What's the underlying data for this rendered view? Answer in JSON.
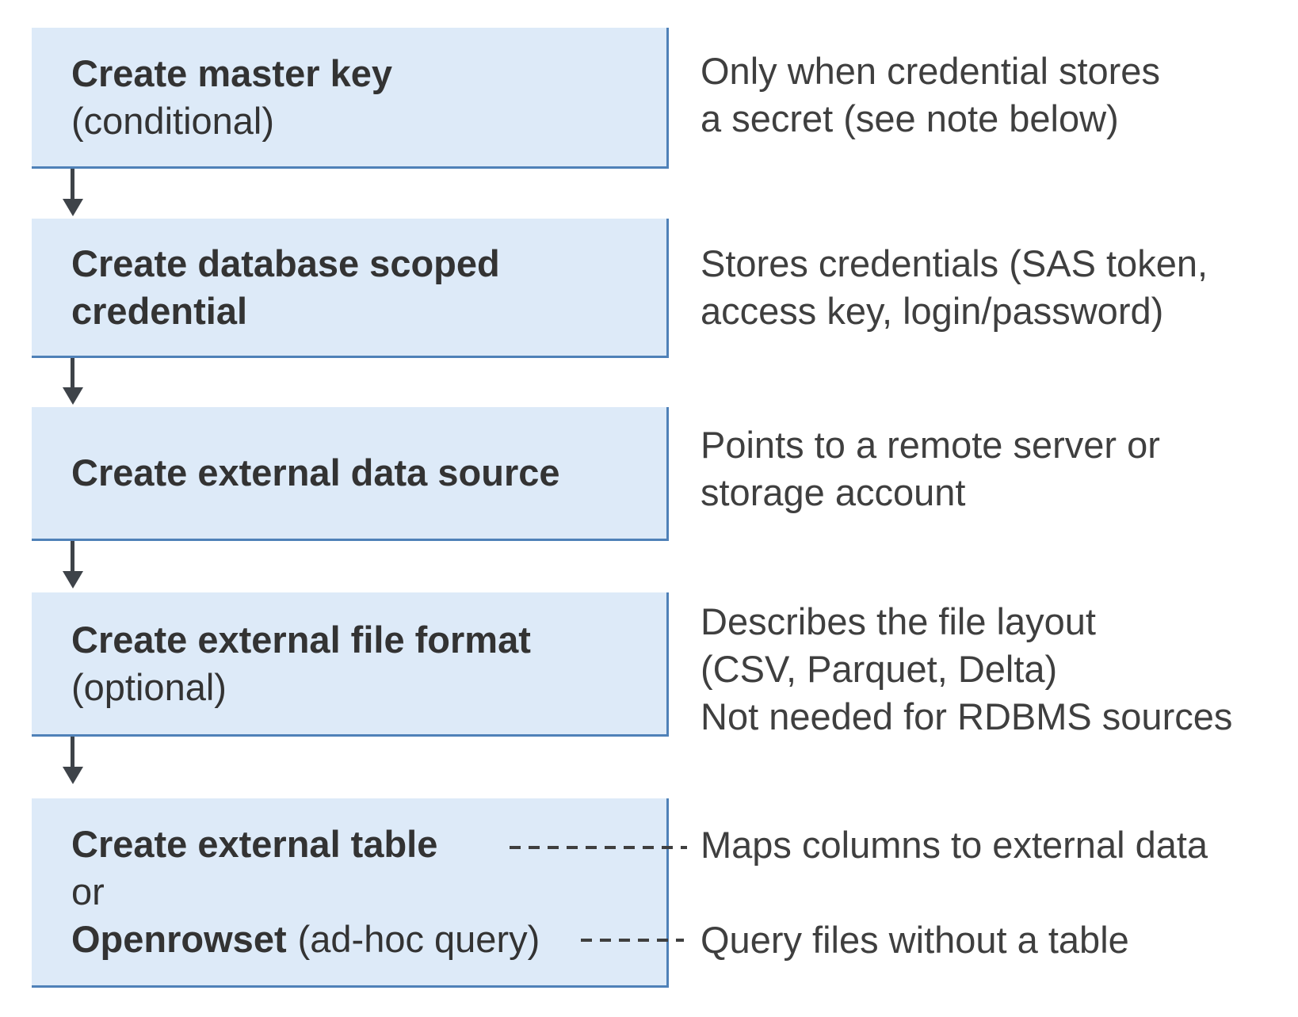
{
  "colors": {
    "page_bg": "#ffffff",
    "box_fill": "#ddeaf8",
    "box_border": "#4f81b8",
    "arrow": "#3e4349",
    "text_dark": "#333333",
    "text_body": "#3f3f3f",
    "dash": "#3f3f3f"
  },
  "steps": [
    {
      "title": "Create master key",
      "qualifier": "(conditional)",
      "note": "Only when credential stores\na secret (see note below)"
    },
    {
      "title": "Create database scoped\ncredential",
      "qualifier": "",
      "note": "Stores credentials (SAS token,\naccess key, login/password)"
    },
    {
      "title": "Create external data source",
      "qualifier": "",
      "note": "Points to a remote server or\nstorage account"
    },
    {
      "title": "Create external file format",
      "qualifier": "(optional)",
      "note": "Describes the file layout\n(CSV, Parquet, Delta)\nNot needed for RDBMS sources"
    },
    {
      "title": "Create external table",
      "alt_conjunction": "or",
      "alt_title": "Openrowset",
      "alt_qualifier": "(ad-hoc query)",
      "note_table": "Maps columns to external data",
      "note_openrowset": "Query files without a table"
    }
  ]
}
